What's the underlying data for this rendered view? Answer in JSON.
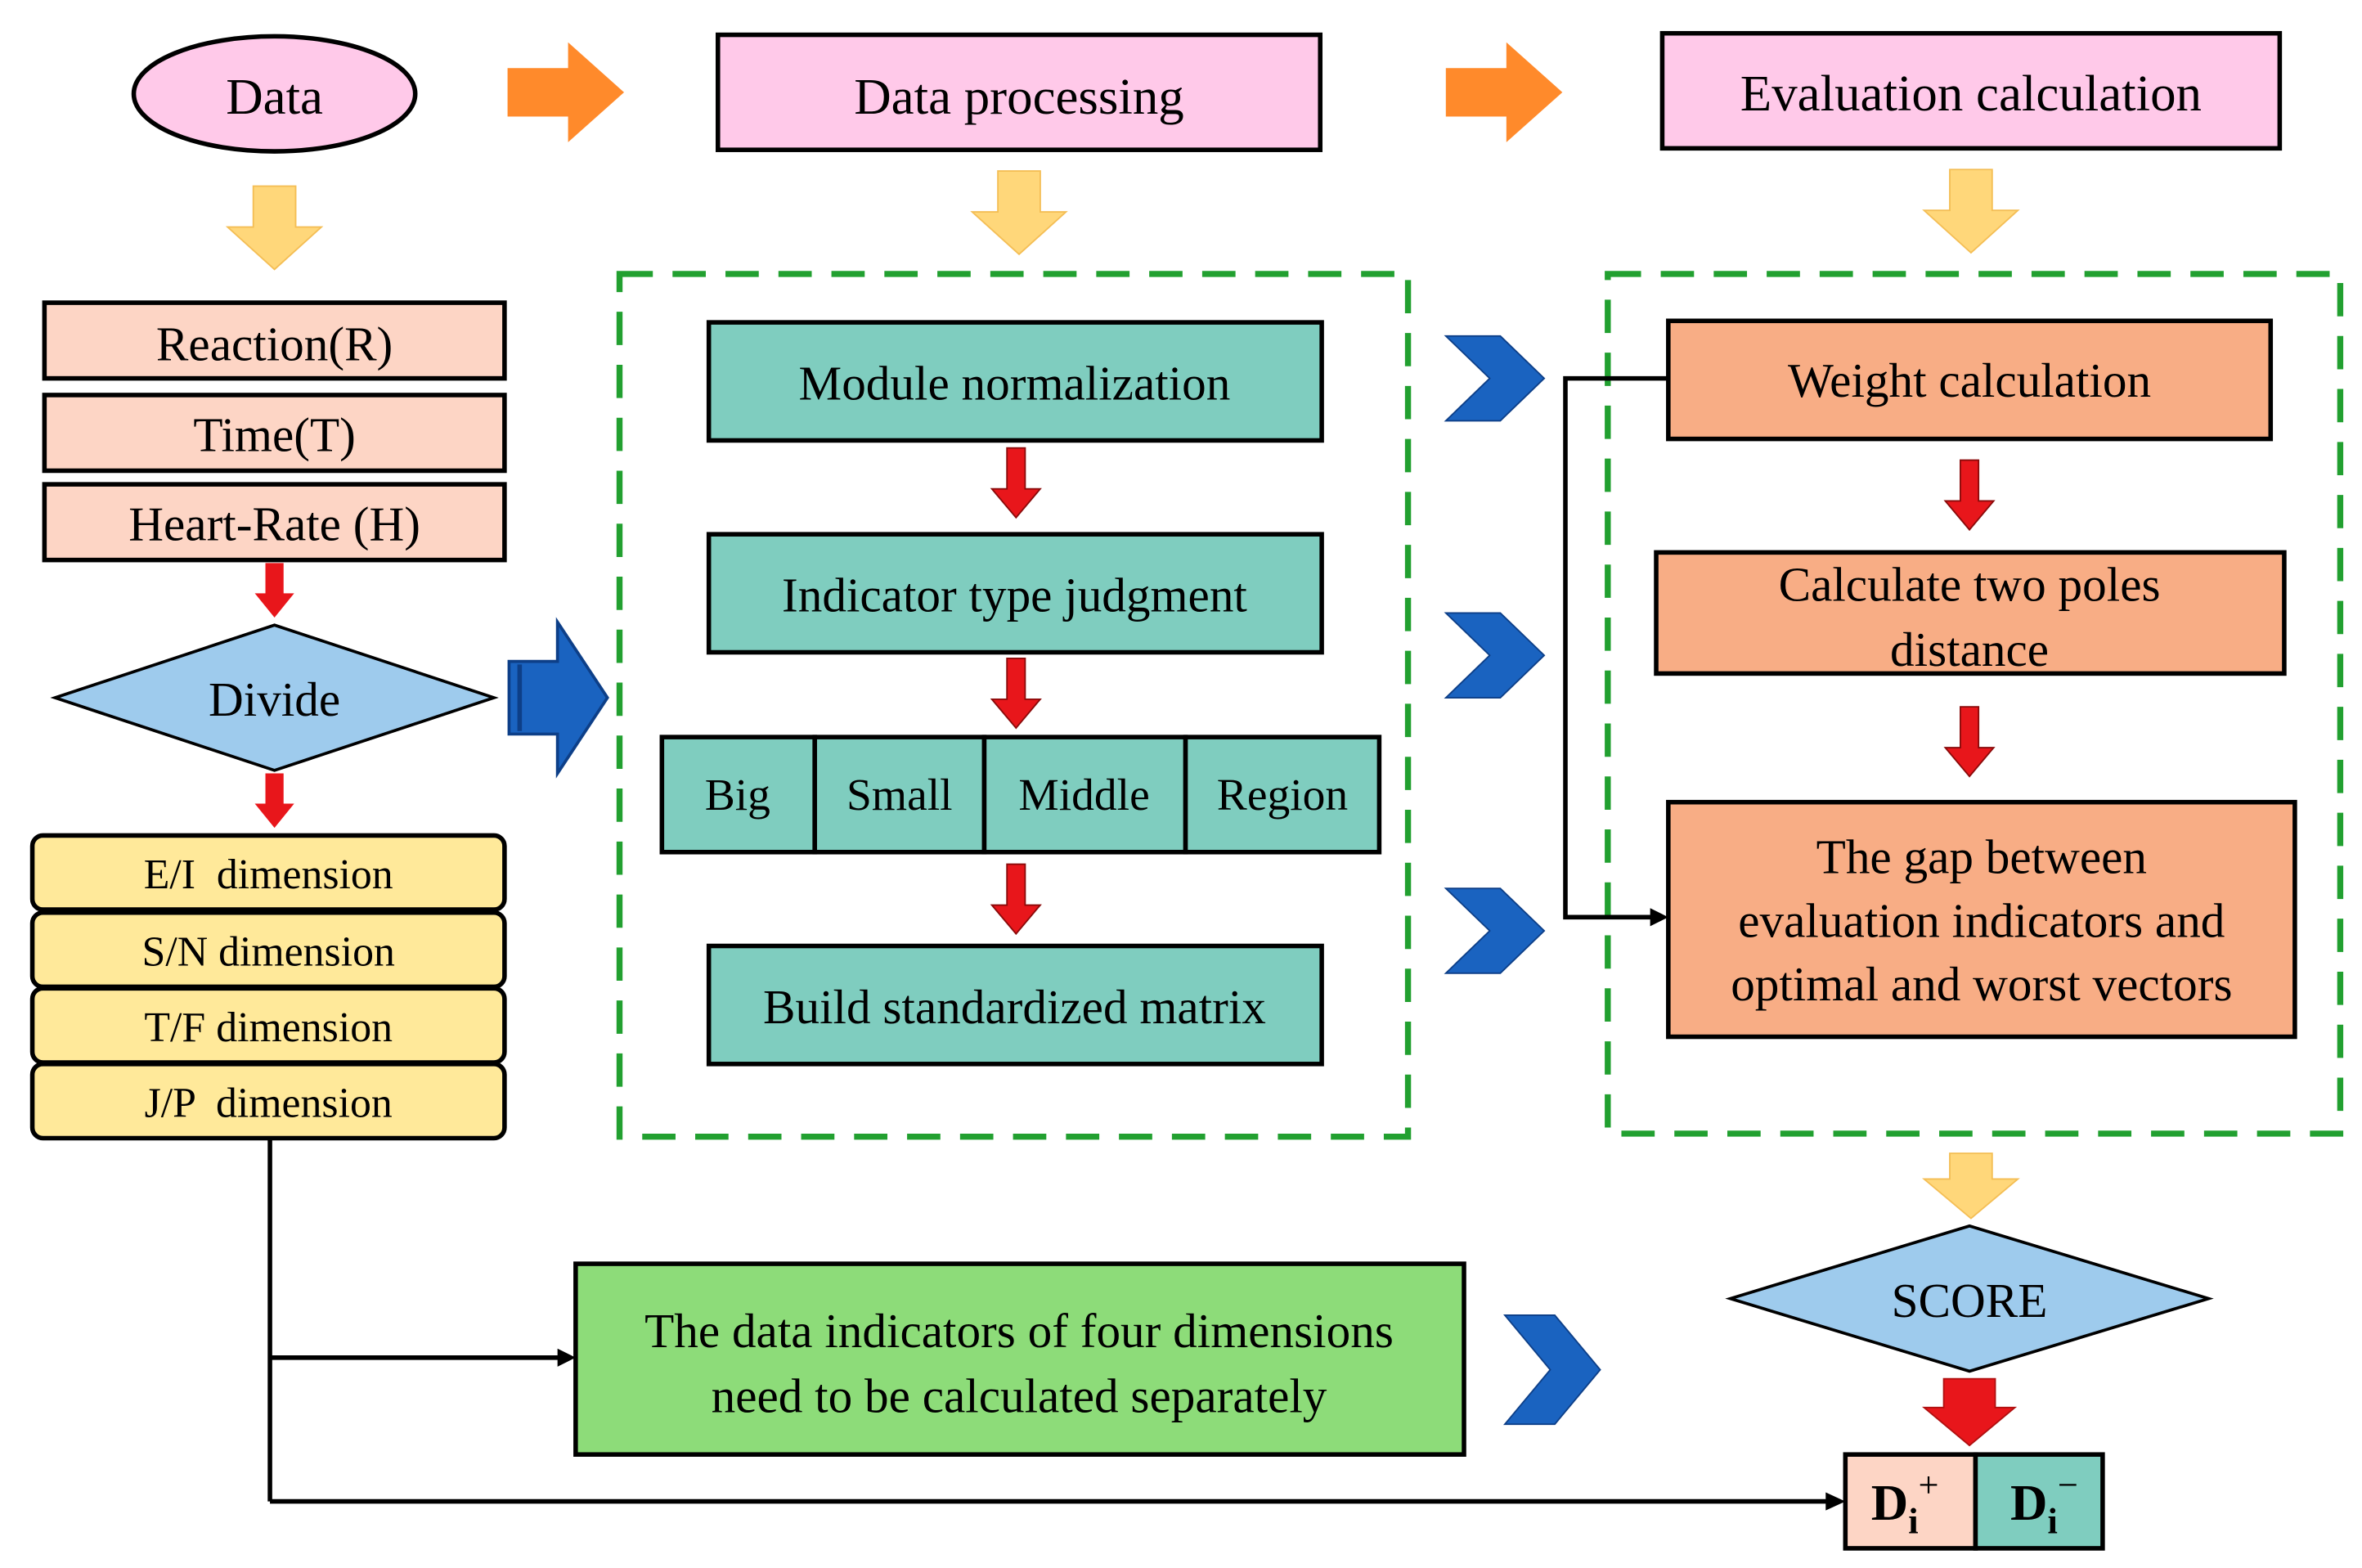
{
  "colors": {
    "pink": "#ffc9e9",
    "peach": "#fdd5c5",
    "yellow": "#ffe99a",
    "teal": "#7fcdbf",
    "salmon": "#f8ad85",
    "green": "#8ddc79",
    "diamond_blue": "#9ecbed",
    "dashed_green": "#22a030",
    "orange_arrow": "#ff8a2b",
    "light_arrow": "#ffd77a",
    "red_arrow": "#e8161b",
    "chevron_blue": "#1a63c0"
  },
  "header": {
    "data": "Data",
    "data_processing": "Data processing",
    "evaluation_calculation": "Evaluation calculation"
  },
  "inputs": {
    "reaction": "Reaction(R)",
    "time": "Time(T)",
    "heart_rate": "Heart-Rate (H)"
  },
  "divide": "Divide",
  "dimensions": {
    "ei": "E/I  dimension",
    "sn": "S/N dimension",
    "tf": "T/F dimension",
    "jp": "J/P  dimension"
  },
  "processing": {
    "module_normalization": "Module normalization",
    "indicator_type_judgment": "Indicator type judgment",
    "types": {
      "big": "Big",
      "small": "Small",
      "middle": "Middle",
      "region": "Region"
    },
    "build_matrix": "Build standardized matrix"
  },
  "evaluation": {
    "weight_calculation": "Weight calculation",
    "two_poles_line1": "Calculate two poles",
    "two_poles_line2": "distance",
    "gap_line1": "The gap between",
    "gap_line2": "evaluation indicators and",
    "gap_line3": "optimal and worst vectors"
  },
  "score": "SCORE",
  "separate_note": {
    "line1": "The data indicators of four dimensions",
    "line2": "need to be calculated separately"
  },
  "distance": {
    "base": "D",
    "subscript": "i",
    "plus": "+",
    "minus": "−"
  }
}
